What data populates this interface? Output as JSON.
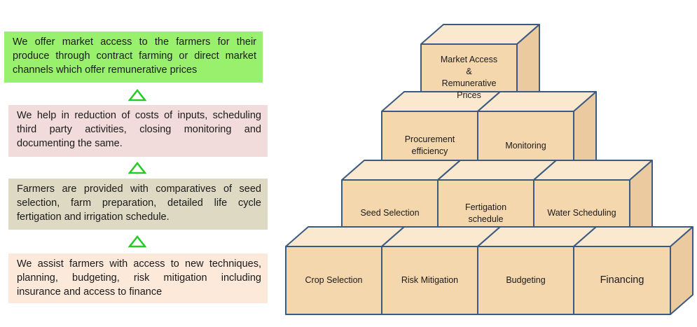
{
  "info_boxes": [
    {
      "text": "We offer market access to the farmers for their produce through contract farming or direct market channels  which offer remunerative prices",
      "color": "#99f06c"
    },
    {
      "text": "We help in reduction  of costs of inputs, scheduling third party activities, closing monitoring and documenting the same.",
      "color": "#f2dcdb"
    },
    {
      "text": "Farmers are provided with comparatives of seed selection, farm preparation, detailed life cycle fertigation and irrigation schedule.",
      "color": "#ddd9c3"
    },
    {
      "text": "We assist farmers with access to new techniques, planning, budgeting, risk mitigation including insurance and access to finance",
      "color": "#fde9d9"
    }
  ],
  "arrow_icon": "triangle-up-outline",
  "arrow_color": "#22cc22",
  "block_colors": {
    "front": "#f5d7ae",
    "top": "#fbe9cf",
    "side": "#eccaa0",
    "border": "#3c5a80"
  },
  "blocks": {
    "market_access": "Market Access\n&\nRemunerative\nPrices",
    "procurement": "Procurement\nefficiency",
    "monitoring": "Monitoring",
    "seed_selection": "Seed Selection",
    "fertigation": "Fertigation\nschedule",
    "water_scheduling": "Water Scheduling",
    "crop_selection": "Crop Selection",
    "risk_mitigation": "Risk Mitigation",
    "budgeting": "Budgeting",
    "financing": "Financing"
  }
}
